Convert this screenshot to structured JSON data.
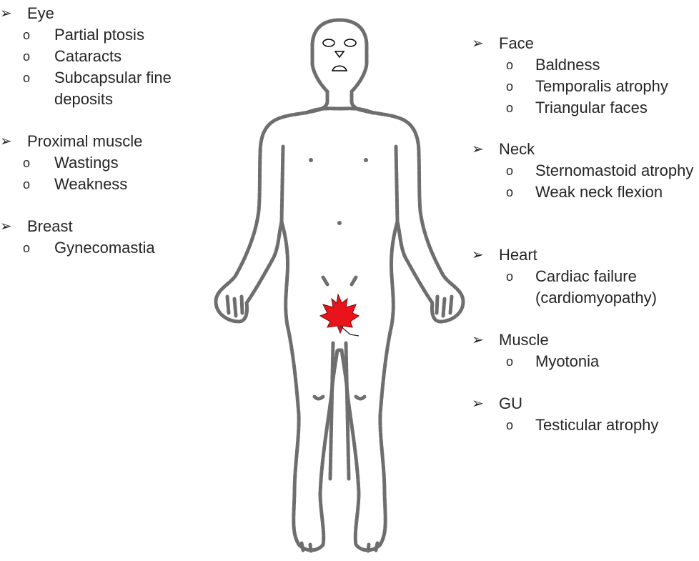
{
  "left_groups": [
    {
      "heading": "Eye",
      "items": [
        "Partial ptosis",
        "Cataracts",
        "Subcapsular fine deposits"
      ]
    },
    {
      "heading": "Proximal muscle",
      "items": [
        "Wastings",
        "Weakness"
      ]
    },
    {
      "heading": "Breast",
      "items": [
        "Gynecomastia"
      ]
    }
  ],
  "right_groups": [
    {
      "heading": "Face",
      "items": [
        "Baldness",
        "Temporalis atrophy",
        "Triangular faces"
      ]
    },
    {
      "heading": "Neck",
      "items": [
        "Sternomastoid atrophy",
        "Weak neck flexion"
      ]
    },
    {
      "heading": "Heart",
      "items": [
        "Cardiac failure (cardiomyopathy)"
      ]
    },
    {
      "heading": "Muscle",
      "items": [
        "Myotonia"
      ]
    },
    {
      "heading": "GU",
      "items": [
        "Testicular atrophy"
      ]
    }
  ],
  "bullets": {
    "heading": "➢",
    "item": "o"
  },
  "colors": {
    "text": "#262626",
    "body_outline": "#6e6e6e",
    "leaf": "#e8131b"
  },
  "icons": {
    "figure": "human-body-outline-icon",
    "leaf": "maple-leaf-icon",
    "face": "face-features-icon"
  }
}
